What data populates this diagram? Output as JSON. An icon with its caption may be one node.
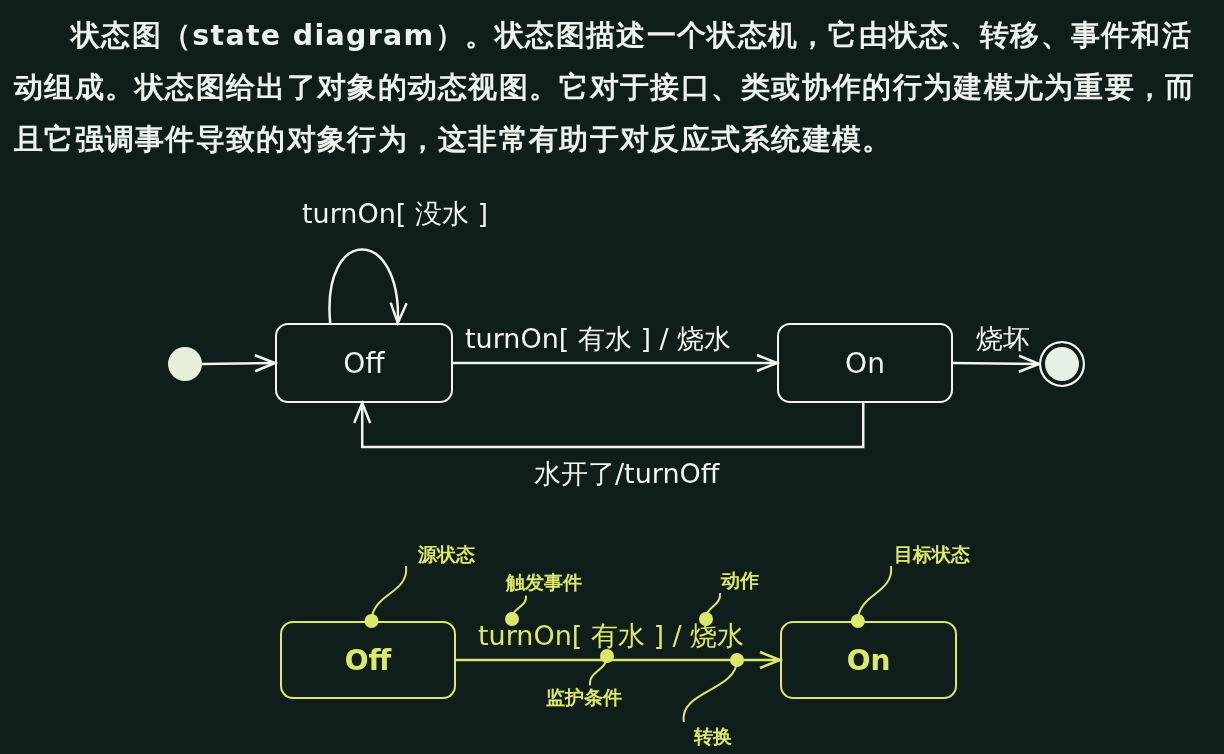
{
  "diagram": {
    "nodes": [
      {
        "text": [],
        "shape": "circle"
      },
      {
        "text": [
          "Off"
        ]
      },
      {
        "text": [
          "On"
        ]
      },
      {
        "text": [],
        "shape": "bullseye"
      },
      {
        "text": [
          "Off"
        ]
      },
      {
        "text": [
          "On"
        ]
      },
      {
        "text": [
          "源状态"
        ]
      },
      {
        "text": [
          "触发事件"
        ]
      },
      {
        "text": [
          "动作"
        ]
      },
      {
        "text": [
          "监护条件"
        ]
      },
      {
        "text": [
          "转换"
        ]
      },
      {
        "text": [
          "目标状态"
        ]
      }
    ],
    "edges": [
      {
        "from": 0,
        "to": 1,
        "arrow": "to",
        "color": "#f2f4f0"
      },
      {
        "from": 1,
        "to": 1,
        "arrow": "to",
        "label": "turnOn[ 没水 ]",
        "color": "#f2f4f0"
      },
      {
        "from": 1,
        "to": 2,
        "arrow": "to",
        "label": "turnOn[ 有水 ] / 烧水",
        "color": "#f2f4f0"
      },
      {
        "from": 2,
        "to": 3,
        "arrow": "to",
        "label": "烧坏",
        "color": "#f2f4f0"
      },
      {
        "from": 2,
        "to": 1,
        "arrow": "to",
        "label": "水开了/turnOff",
        "color": "#f2f4f0"
      },
      {
        "from": 4,
        "to": 5,
        "arrow": "to",
        "label": "turnOn[ 有水 ] / 烧水",
        "color": "#dde86a"
      },
      {
        "from": 6,
        "to": 4,
        "arrow": "other",
        "color": "#dde86a"
      },
      {
        "from": 7,
        "to": null,
        "arrow": "other",
        "color": "#dde86a"
      },
      {
        "from": 8,
        "to": null,
        "arrow": "other",
        "color": "#dde86a"
      },
      {
        "from": 9,
        "to": null,
        "arrow": "other",
        "color": "#dde86a"
      },
      {
        "from": 10,
        "to": null,
        "arrow": "other",
        "color": "#dde86a"
      },
      {
        "from": 11,
        "to": 5,
        "arrow": "other",
        "color": "#dde86a"
      }
    ],
    "labels": [
      "状态图（state diagram）。状态图描述一个状态机，它由状态、转移、事件和活动组成。状态图给出了对象的动态视图。它对于接口、类或协作的行为建模尤为重要，而且它强调事件导致的对象行为，这非常有助于对反应式系统建模。"
    ]
  }
}
